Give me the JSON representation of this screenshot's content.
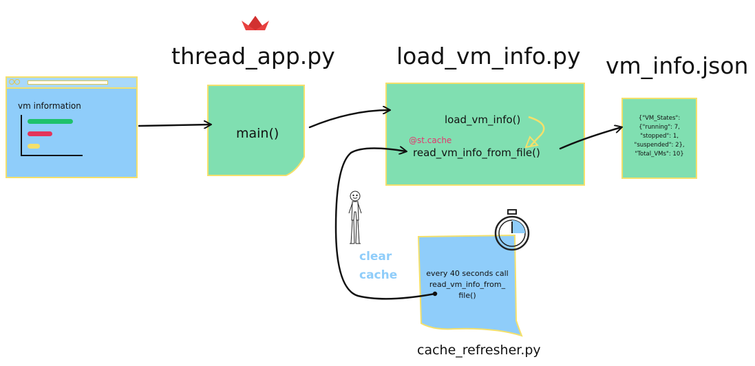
{
  "titles": {
    "thread_app": "thread_app.py",
    "load_vm_info": "load_vm_info.py",
    "vm_info_json": "vm_info.json",
    "cache_refresher": "cache_refresher.py"
  },
  "browser": {
    "label": "vm information"
  },
  "thread_app_note": {
    "func": "main()"
  },
  "load_vm_info_note": {
    "func_top": "load_vm_info()",
    "decorator": "@st.cache",
    "func_bottom": "read_vm_info_from_file()"
  },
  "json_note": {
    "line1": "{\"VM_States\":",
    "line2": "{\"running\": 7,",
    "line3": "\"stopped\": 1,",
    "line4": "\"suspended\": 2},",
    "line5": "\"Total_VMs\": 10}"
  },
  "refresher_note": {
    "line1": "every 40 seconds call",
    "line2": "read_vm_info_from_",
    "line3": "file()"
  },
  "clear_cache": {
    "line1": "clear",
    "line2": "cache"
  },
  "colors": {
    "note_green": "#80dfb1",
    "note_blue": "#8fcdfa",
    "highlight_yellow": "#f4e06b",
    "decorator_pink": "#e3346c",
    "clear_cache_blue": "#8fcdfa",
    "logo_red": "#e8403f",
    "bar_green": "#1fc16b",
    "bar_red": "#e3345a",
    "bar_yellow": "#f4e06b"
  },
  "icons": {
    "logo": "streamlit-crown-icon",
    "person": "stick-figure-icon",
    "timer": "stopwatch-icon"
  }
}
